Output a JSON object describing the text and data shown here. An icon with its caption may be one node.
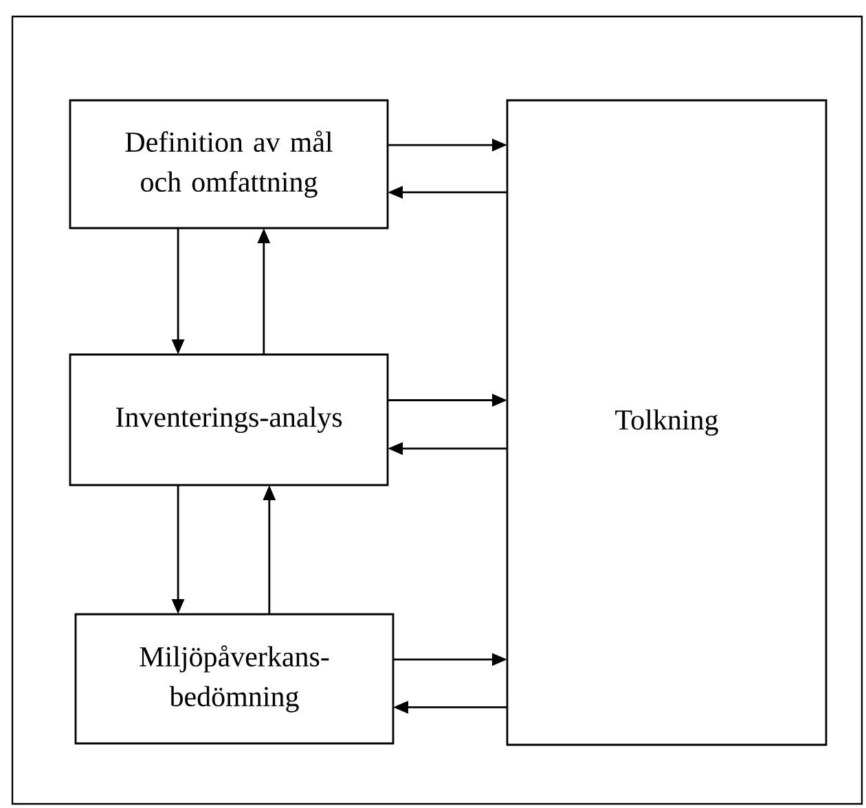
{
  "diagram": {
    "nodes": [
      {
        "text": [
          "Definition av mål och omfattning"
        ]
      },
      {
        "text": [
          "Inventerings-analys"
        ]
      },
      {
        "text": [
          "Miljöpåverkans-bedömning"
        ]
      },
      {
        "text": [
          "Tolkning"
        ]
      }
    ],
    "edges": [
      {
        "from": 0,
        "to": 3,
        "arrow": "to"
      },
      {
        "from": 3,
        "to": 0,
        "arrow": "to"
      },
      {
        "from": 0,
        "to": 1,
        "arrow": "to"
      },
      {
        "from": 1,
        "to": 0,
        "arrow": "to"
      },
      {
        "from": 1,
        "to": 3,
        "arrow": "to"
      },
      {
        "from": 3,
        "to": 1,
        "arrow": "to"
      },
      {
        "from": 1,
        "to": 2,
        "arrow": "to"
      },
      {
        "from": 2,
        "to": 1,
        "arrow": "to"
      },
      {
        "from": 2,
        "to": 3,
        "arrow": "to"
      },
      {
        "from": 3,
        "to": 2,
        "arrow": "to"
      }
    ]
  }
}
